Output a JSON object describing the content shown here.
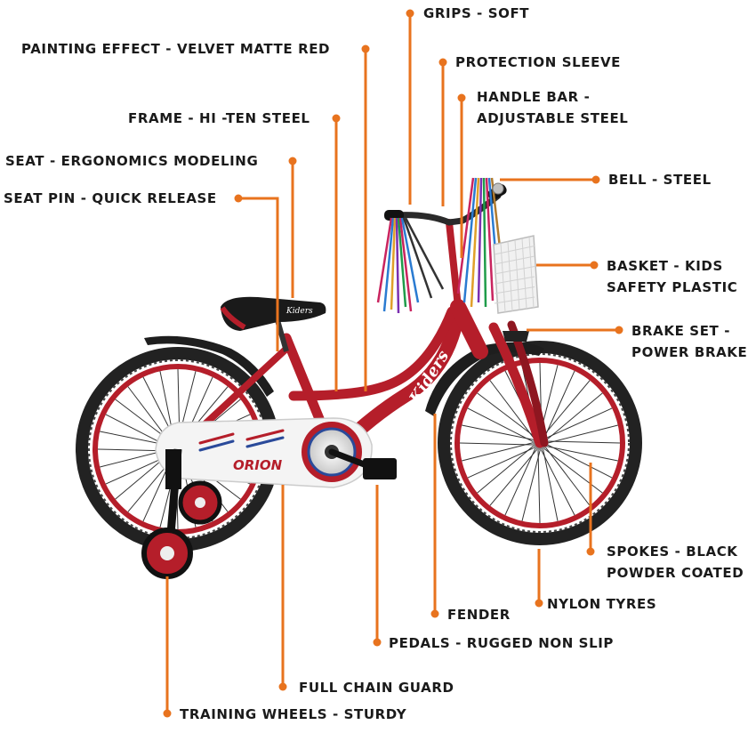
{
  "colors": {
    "leader": "#E8731E",
    "frame": "#B51E2A",
    "frame_dark": "#7A0F18",
    "tyre": "#222222",
    "guard": "#F4F4F4",
    "fender": "#1E1E1E",
    "text": "#1A1A1A"
  },
  "labels": {
    "grips": "GRIPS - SOFT",
    "painting": "PAINTING EFFECT - VELVET MATTE RED",
    "sleeve": "PROTECTION SLEEVE",
    "handlebar_1": "HANDLE BAR -",
    "handlebar_2": "ADJUSTABLE STEEL",
    "frame": "FRAME - HI -TEN STEEL",
    "seat": "SEAT - ERGONOMICS MODELING",
    "seatpin": "SEAT PIN - QUICK RELEASE",
    "bell": "BELL - STEEL",
    "basket_1": "BASKET - KIDS",
    "basket_2": "SAFETY PLASTIC",
    "brake_1": "BRAKE SET -",
    "brake_2": "POWER BRAKE",
    "spokes_1": "SPOKES - BLACK",
    "spokes_2": "POWDER COATED",
    "tyres": "NYLON TYRES",
    "fender": "FENDER",
    "pedals": "PEDALS - RUGGED NON SLIP",
    "chain": "FULL CHAIN GUARD",
    "training": "TRAINING WHEELS - STURDY"
  },
  "decals": {
    "down_tube": "Kiders",
    "seat": "Kiders",
    "chain_guard": "ORION"
  }
}
